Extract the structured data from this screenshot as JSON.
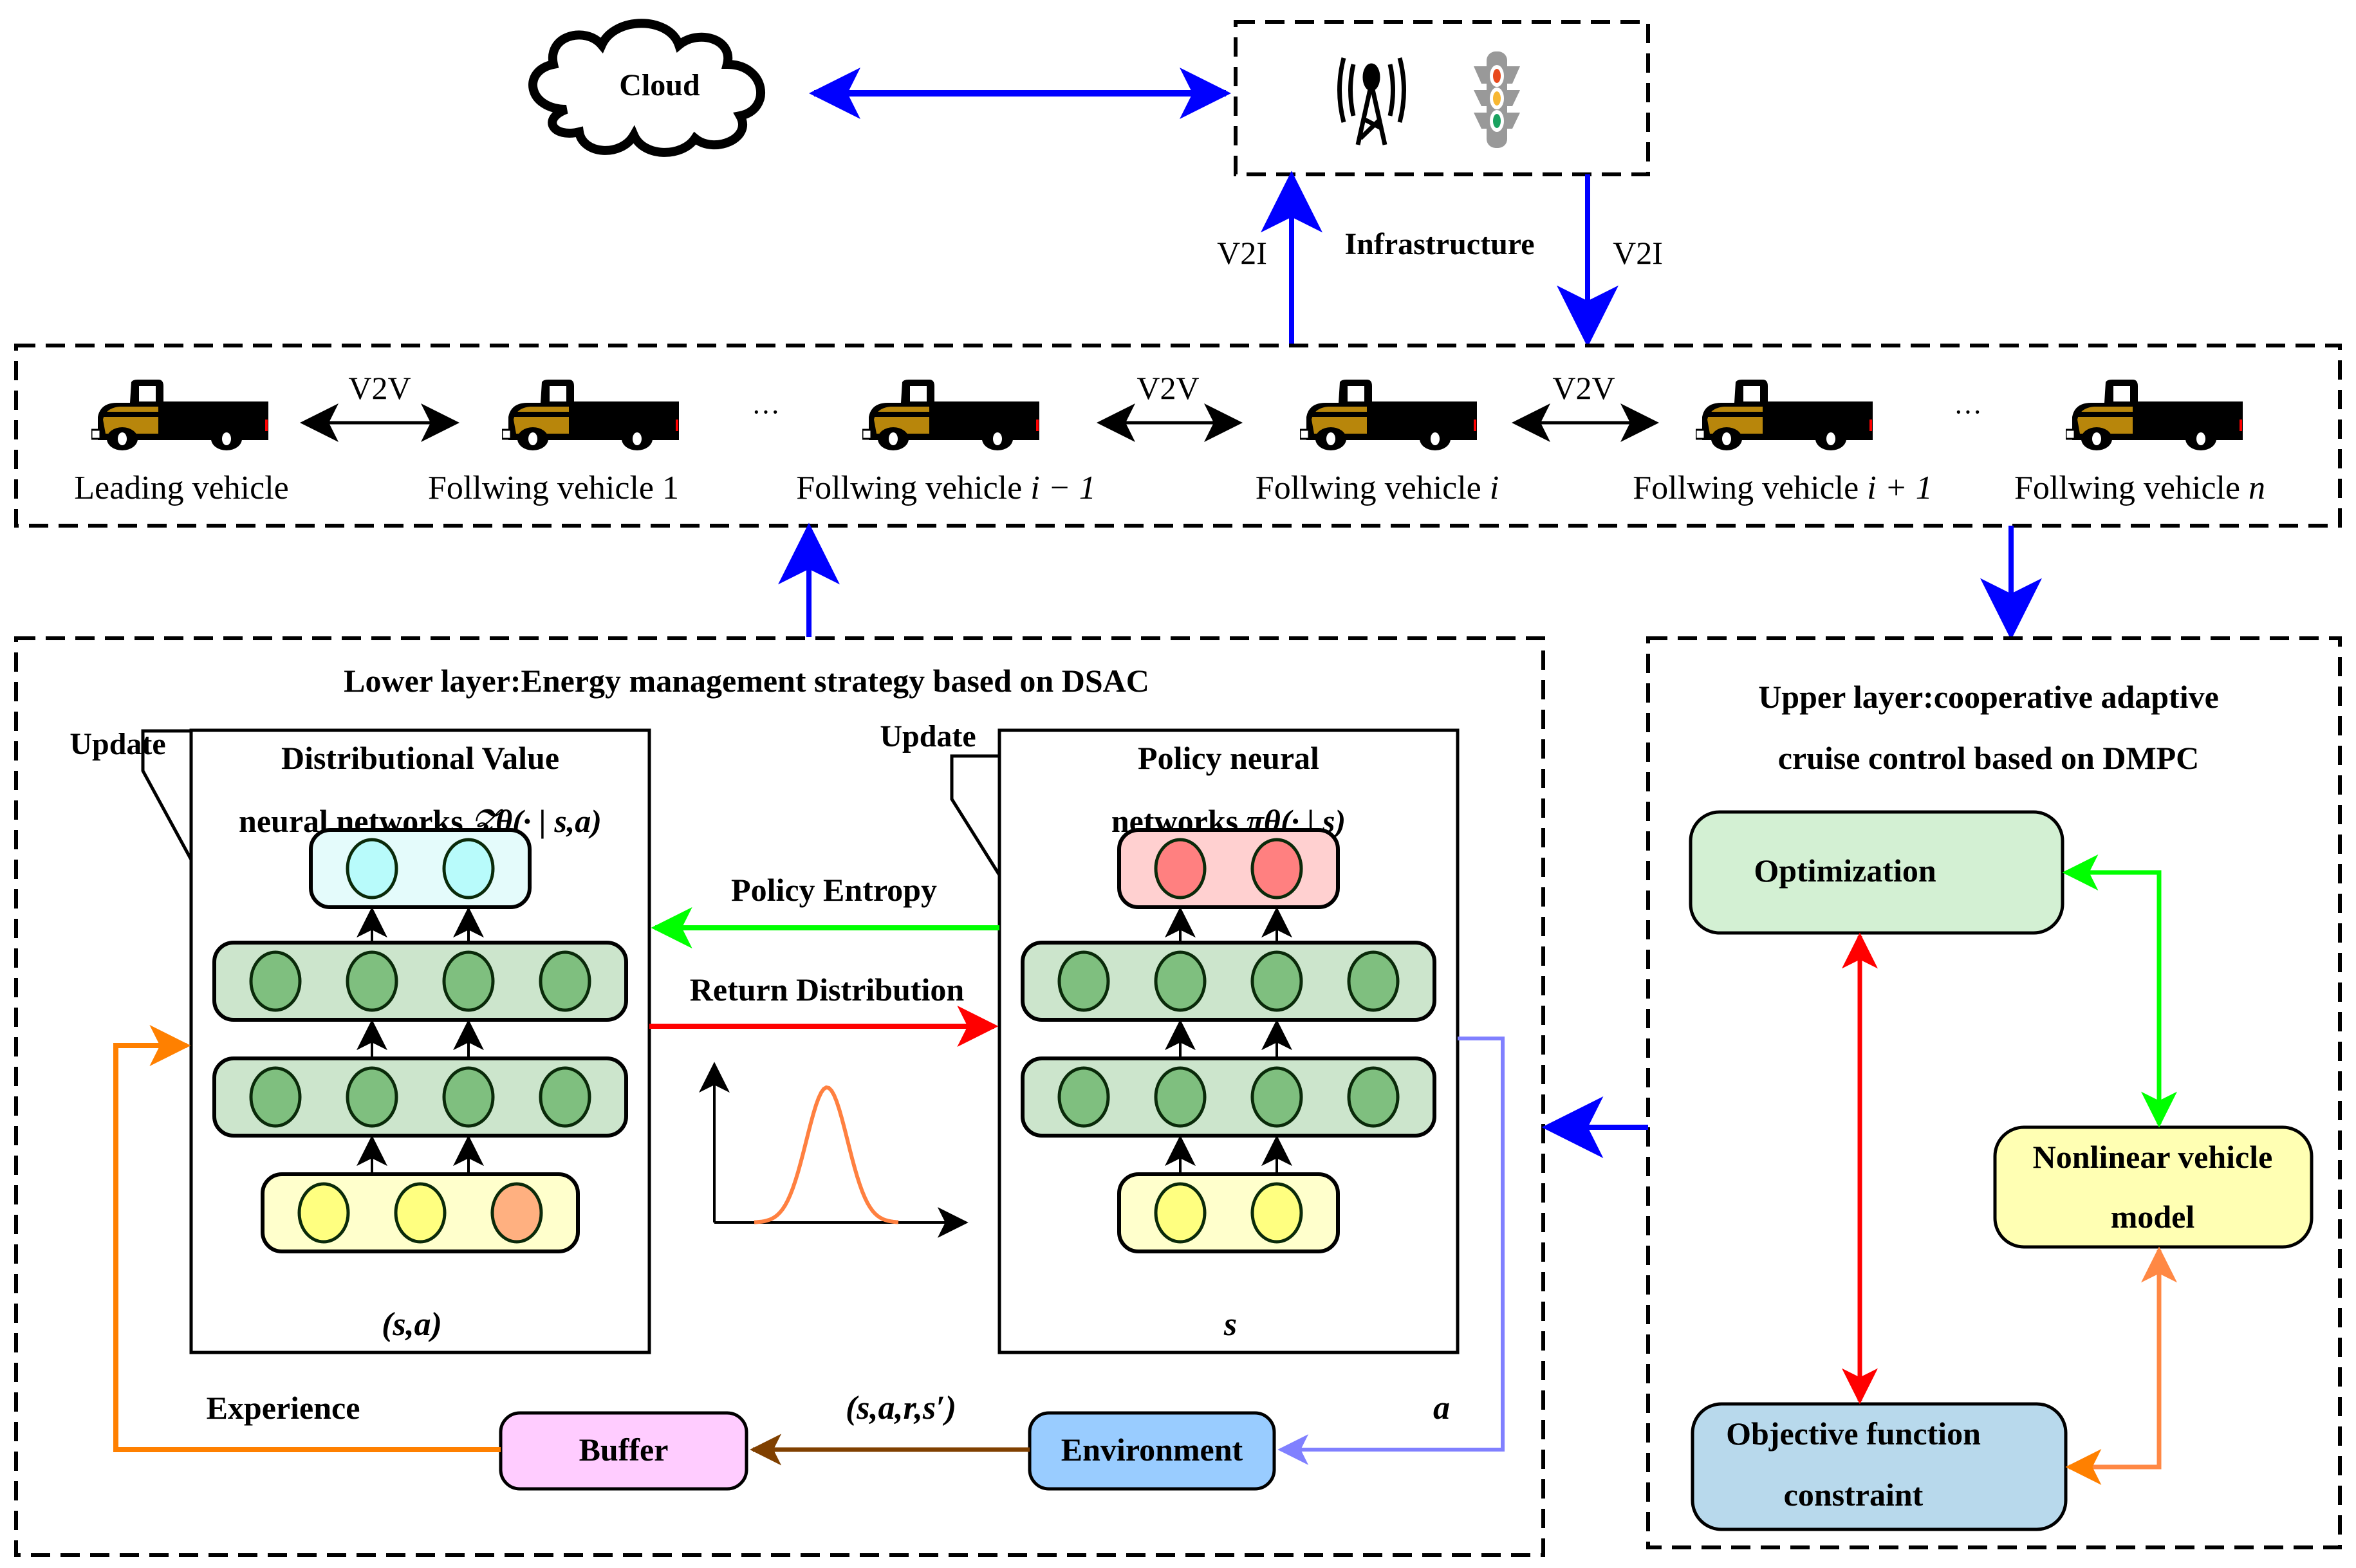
{
  "colors": {
    "v2x_arrow": "#0000ff",
    "policy_entropy_arrow": "#00ff00",
    "return_distribution_arrow": "#ff0000",
    "experience_arrow": "#ff8000",
    "transition_arrow": "#804000",
    "action_arrow": "#8080ff",
    "value_output_layer": "#e4fbfb",
    "value_output_node": "#b8fbfb",
    "policy_output_layer": "#ffd0d0",
    "policy_output_node": "#ff8080",
    "hidden_layer": "#cce5cc",
    "hidden_node": "#7fbf7f",
    "input_layer": "#ffffcc",
    "state_node": "#ffff80",
    "action_node": "#ffb080",
    "buffer_fill": "#ffccff",
    "environment_fill": "#99ccff",
    "optimization_fill": "#d3f0d3",
    "vehicle_model_fill": "#ffffb3",
    "objective_fill": "#b8d9ec",
    "truck_body": "#b8860b",
    "distribution_curve": "#ff8040"
  },
  "top": {
    "cloud_label": "Cloud",
    "infrastructure_label": "Infrastructure",
    "v2i_up_label": "V2I",
    "v2i_down_label": "V2I",
    "icons": [
      "radio-tower-icon",
      "traffic-light-icon"
    ]
  },
  "platoon": {
    "vehicles": [
      {
        "label": "Leading vehicle",
        "math": ""
      },
      {
        "label": "Follwing vehicle 1",
        "math": ""
      },
      {
        "label": "Follwing vehicle ",
        "math": "i − 1"
      },
      {
        "label": "Follwing vehicle ",
        "math": "i"
      },
      {
        "label": "Follwing vehicle ",
        "math": "i + 1"
      },
      {
        "label": "Follwing vehicle ",
        "math": "n"
      }
    ],
    "v2v_labels": [
      "V2V",
      "V2V",
      "V2V"
    ],
    "ellipsis": "···"
  },
  "lower_layer": {
    "title": "Lower layer:Energy management strategy based on DSAC",
    "value_net": {
      "update_label": "Update",
      "title_line1": "Distributional Value",
      "title_line2": "neural networks ",
      "title_math": "𝒵θ(· | s,a)",
      "input_label": "(s,a)",
      "output_nodes": 2,
      "hidden_layers": [
        4,
        4
      ],
      "input_nodes": [
        "state",
        "state",
        "action"
      ]
    },
    "policy_net": {
      "update_label": "Update",
      "title_line1": "Policy neural",
      "title_line2": "networks ",
      "title_math": "πθ(· | s)",
      "input_label": "s",
      "output_nodes": 2,
      "hidden_layers": [
        4,
        4
      ],
      "input_nodes": [
        "state",
        "state"
      ]
    },
    "policy_entropy_label": "Policy Entropy",
    "return_distribution_label": "Return Distribution",
    "experience_label": "Experience",
    "buffer_label": "Buffer",
    "environment_label": "Environment",
    "transition_label": "(s,a,r,s′)",
    "action_label": "a"
  },
  "upper_layer": {
    "title_line1": "Upper layer:cooperative adaptive",
    "title_line2": "cruise control based on DMPC",
    "optimization_label": "Optimization",
    "vehicle_model_line1": "Nonlinear vehicle",
    "vehicle_model_line2": "model",
    "objective_line1": "Objective function",
    "objective_line2": "constraint"
  }
}
